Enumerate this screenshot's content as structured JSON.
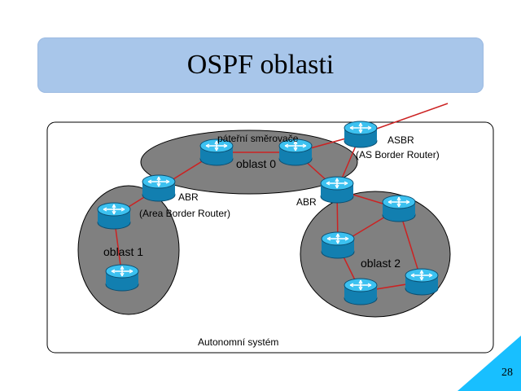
{
  "slide": {
    "title": "OSPF oblasti",
    "page_number": "28"
  },
  "diagram": {
    "container_label": "Autonomní systém",
    "areas": [
      {
        "name": "oblast 0"
      },
      {
        "name": "oblast 1"
      },
      {
        "name": "oblast 2"
      }
    ],
    "labels": {
      "backbone_routers": "páteřní směrovače",
      "abr_left": "ABR",
      "abr_left_full": "(Area Border Router)",
      "abr_right": "ABR",
      "asbr": "ASBR",
      "asbr_full": "(AS Border Router)"
    }
  },
  "colors": {
    "title_background": "#a8c6ea",
    "area_fill": "#808080",
    "link": "#cc2222",
    "router": "#1aa6dc",
    "corner_triangle": "#18bfff"
  }
}
